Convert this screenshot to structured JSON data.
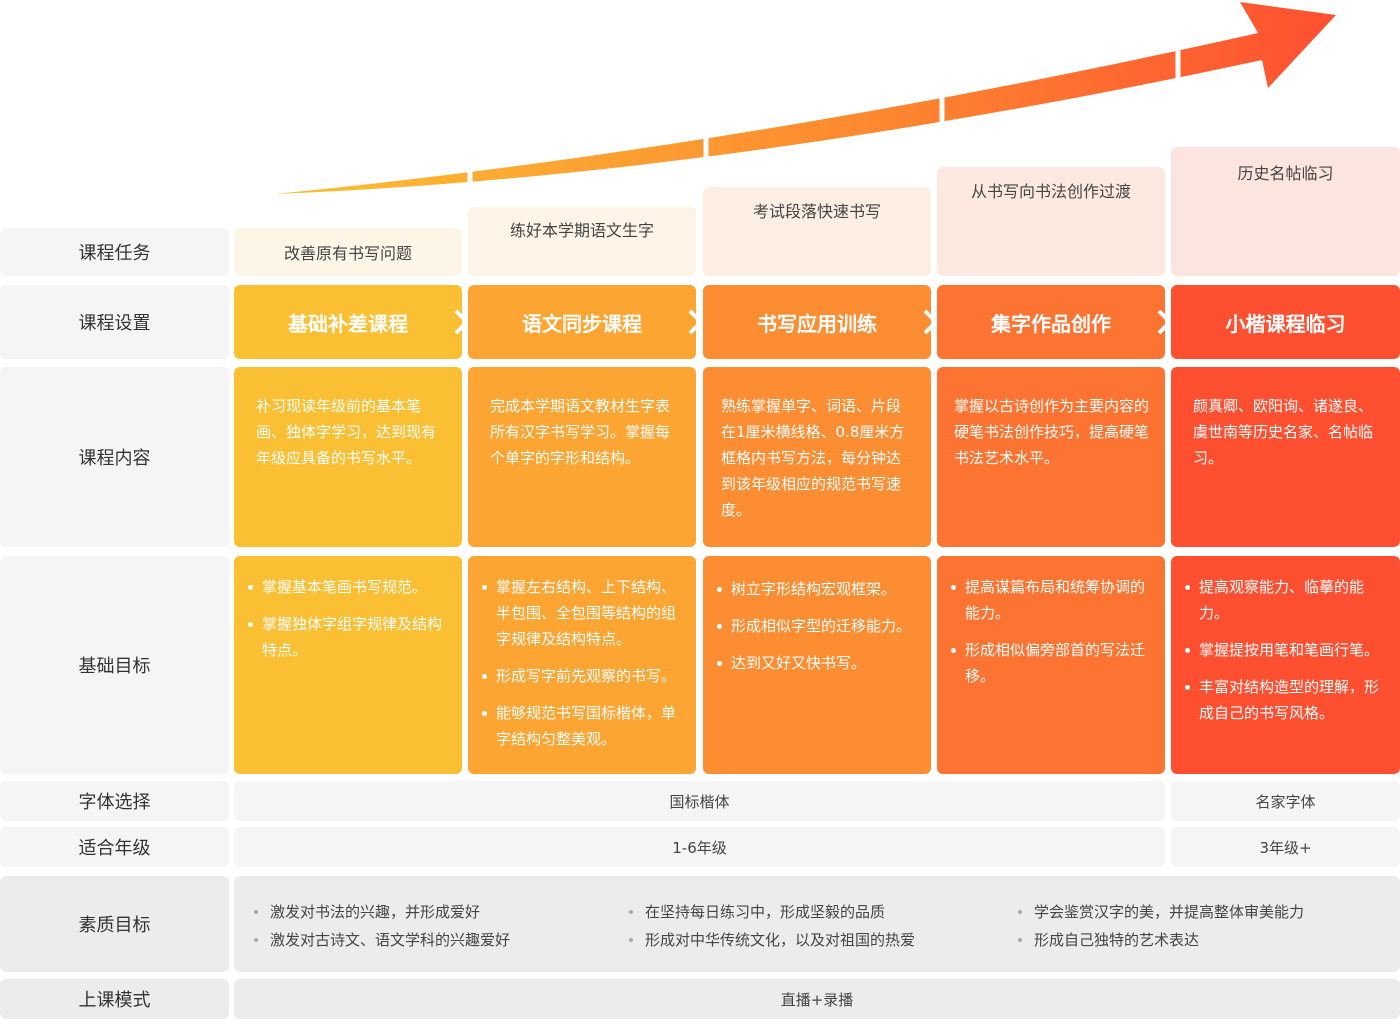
{
  "colors": {
    "col1": "#fbbf33",
    "col2": "#fca532",
    "col3": "#fc8d32",
    "col4": "#fd7331",
    "col5": "#ff4f31",
    "arrow_start": "#fbbf33",
    "arrow_end": "#ff4f31",
    "row_label_bg": "#f5f5f5"
  },
  "row_labels": {
    "task": "课程任务",
    "setting": "课程设置",
    "content": "课程内容",
    "goal": "基础目标",
    "font": "字体选择",
    "grade": "适合年级",
    "quality": "素质目标",
    "mode": "上课模式"
  },
  "columns": [
    {
      "task": "改善原有书写问题",
      "course": "基础补差课程",
      "content": "补习现读年级前的基本笔画、独体字学习，达到现有年级应具备的书写水平。",
      "goals": [
        "掌握基本笔画书写规范。",
        "掌握独体字组字规律及结构特点。"
      ]
    },
    {
      "task": "练好本学期语文生字",
      "course": "语文同步课程",
      "content": "完成本学期语文教材生字表所有汉字书写学习。掌握每个单字的字形和结构。",
      "goals": [
        "掌握左右结构、上下结构、半包围、全包围等结构的组字规律及结构特点。",
        "形成写字前先观察的书写。",
        "能够规范书写国标楷体，单字结构匀整美观。"
      ]
    },
    {
      "task": "考试段落快速书写",
      "course": "书写应用训练",
      "content": "熟练掌握单字、词语、片段在1厘米横线格、0.8厘米方框格内书写方法，每分钟达到该年级相应的规范书写速度。",
      "goals": [
        "树立字形结构宏观框架。",
        "形成相似字型的迁移能力。",
        "达到又好又快书写。"
      ]
    },
    {
      "task": "从书写向书法创作过渡",
      "course": "集字作品创作",
      "content": "掌握以古诗创作为主要内容的硬笔书法创作技巧，提高硬笔书法艺术水平。",
      "goals": [
        "提高谋篇布局和统筹协调的能力。",
        "形成相似偏旁部首的写法迁移。"
      ]
    },
    {
      "task": "历史名帖临习",
      "course": "小楷课程临习",
      "content": "颜真卿、欧阳询、诸遂良、虞世南等历史名家、名帖临习。",
      "goals": [
        "提高观察能力、临摹的能力。",
        "掌握提按用笔和笔画行笔。",
        "丰富对结构造型的理解，形成自己的书写风格。"
      ]
    }
  ],
  "font_choice": {
    "standard": "国标楷体",
    "master": "名家字体"
  },
  "grade": {
    "standard": "1-6年级",
    "master": "3年级+"
  },
  "quality_goals": [
    [
      "激发对书法的兴趣，并形成爱好",
      "激发对古诗文、语文学科的兴趣爱好"
    ],
    [
      "在坚持每日练习中，形成坚毅的品质",
      "形成对中华传统文化，以及对祖国的热爱"
    ],
    [
      "学会鉴赏汉字的美，并提高整体审美能力",
      "形成自己独特的艺术表达"
    ]
  ],
  "class_mode": "直播+录播"
}
